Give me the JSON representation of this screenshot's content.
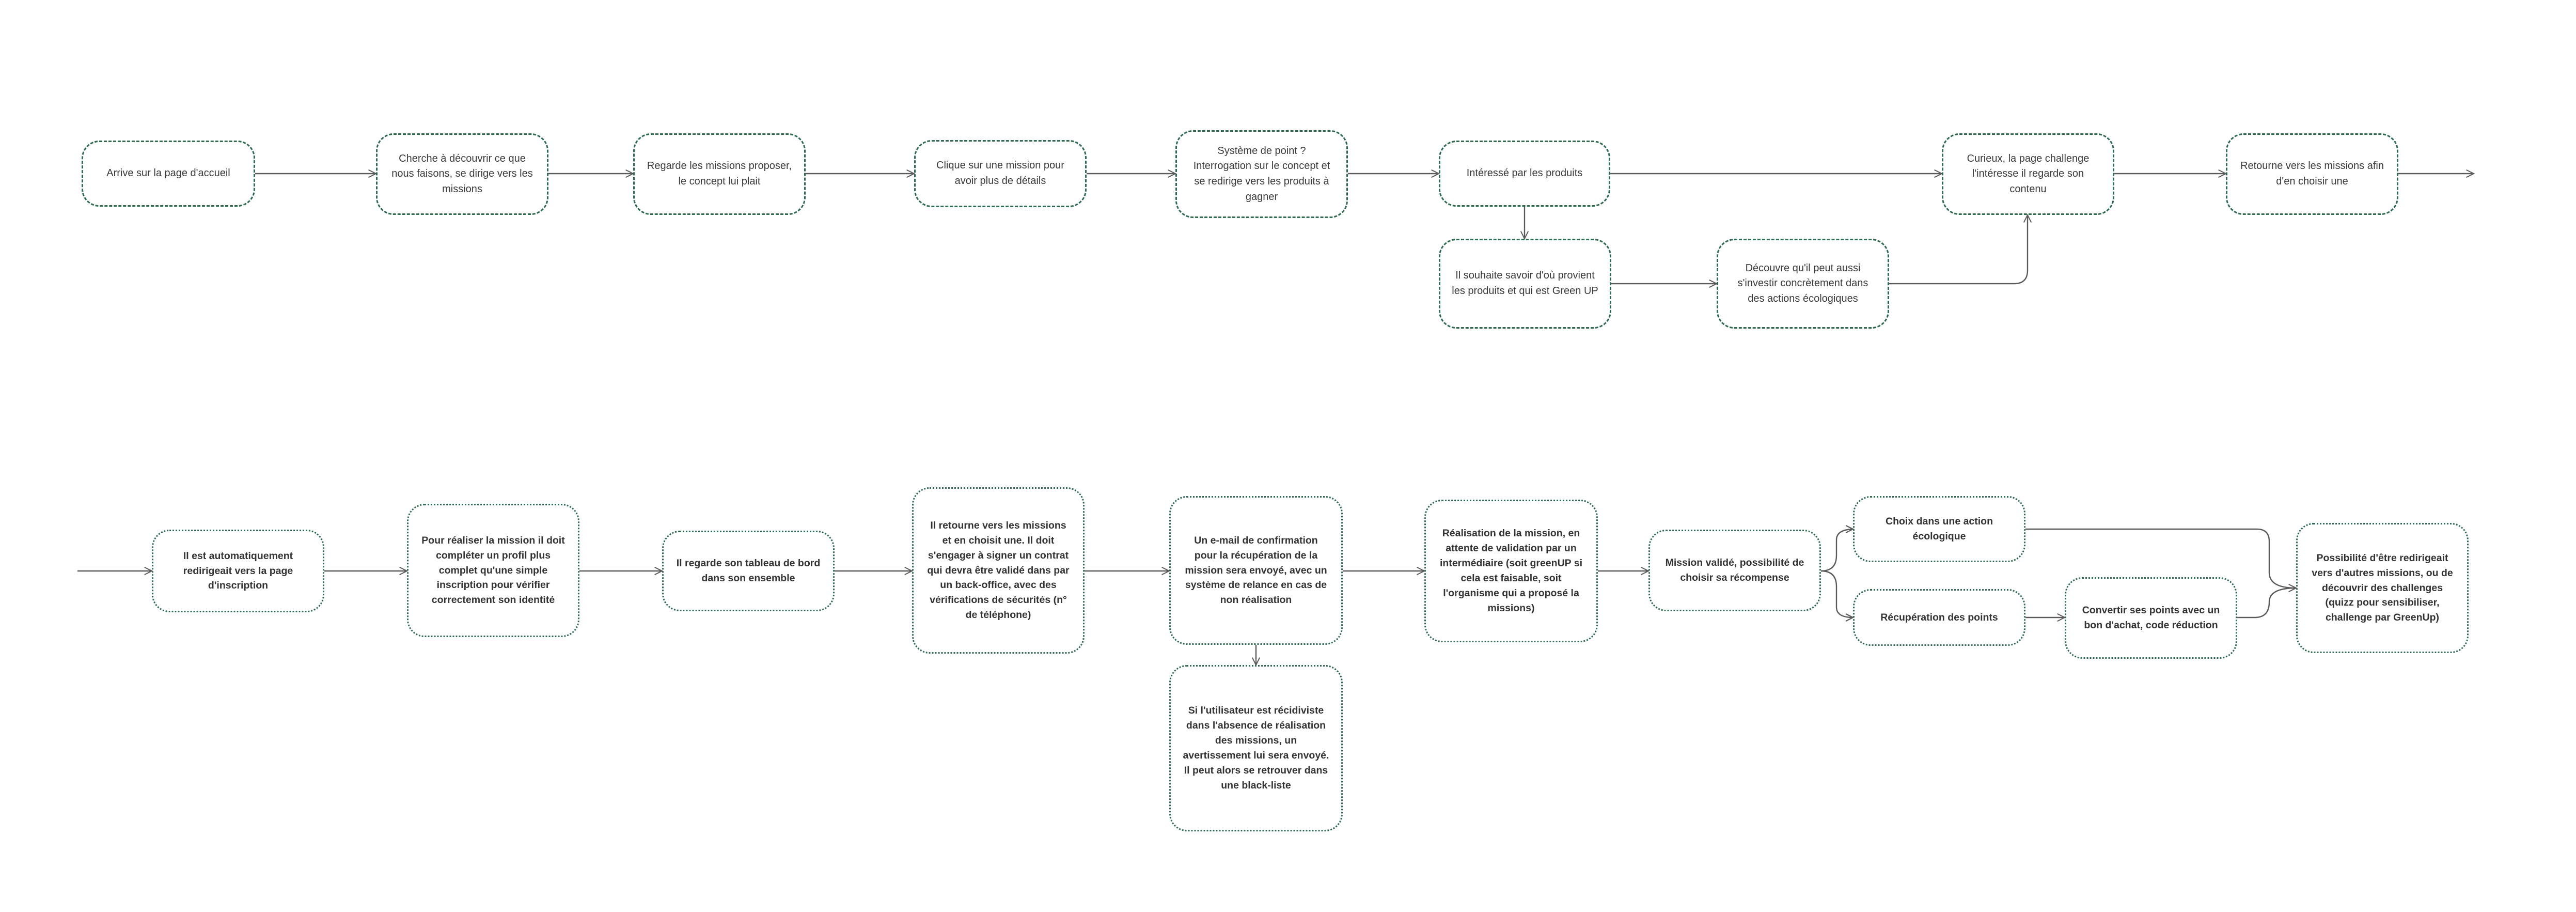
{
  "diagram": {
    "colors": {
      "border": "#2f6b50",
      "arrow": "#5a5a5a",
      "text": "#3a3a3a"
    },
    "row1": [
      {
        "id": "n1",
        "text": "Arrive sur la page d'accueil"
      },
      {
        "id": "n2",
        "text": "Cherche à découvrir ce que nous faisons, se dirige vers les missions"
      },
      {
        "id": "n3",
        "text": "Regarde les missions proposer, le concept lui plait"
      },
      {
        "id": "n4",
        "text": "Clique sur une mission pour avoir plus de détails"
      },
      {
        "id": "n5",
        "text": "Système de point ? Interrogation sur le concept et se redirige vers les produits à gagner"
      },
      {
        "id": "n6",
        "text": "Intéressé par les produits"
      },
      {
        "id": "n7",
        "text": "Il souhaite savoir d'où provient les produits et qui est Green UP"
      },
      {
        "id": "n8",
        "text": "Découvre qu'il peut aussi s'investir concrètement dans des actions écologiques"
      },
      {
        "id": "n9",
        "text": "Curieux, la page challenge l'intéresse il regarde son contenu"
      },
      {
        "id": "n10",
        "text": "Retourne vers les missions afin d'en choisir une"
      }
    ],
    "row2": [
      {
        "id": "m1",
        "text": "Il est automatiquement redirigeait vers la page d'inscription"
      },
      {
        "id": "m2",
        "text": "Pour réaliser la mission il doit compléter un profil plus complet qu'une simple inscription pour vérifier correctement son identité"
      },
      {
        "id": "m3",
        "text": "Il regarde son tableau de bord dans son ensemble"
      },
      {
        "id": "m4",
        "text": "Il retourne vers les missions et en choisit une. Il doit s'engager à signer un contrat qui devra être validé dans par un back-office, avec des vérifications de sécurités (n° de téléphone)"
      },
      {
        "id": "m5",
        "text": "Un e-mail de confirmation pour la récupération de la mission sera envoyé, avec un système de relance en cas de non réalisation"
      },
      {
        "id": "m6",
        "text": "Si l'utilisateur est récidiviste dans l'absence de réalisation des missions, un avertissement lui sera envoyé. Il peut alors se retrouver dans une black-liste"
      },
      {
        "id": "m7",
        "text": "Réalisation de la mission, en attente de validation par un intermédiaire (soit greenUP si cela est faisable, soit l'organisme qui a proposé la missions)"
      },
      {
        "id": "m8",
        "text": "Mission validé, possibilité de choisir sa récompense"
      },
      {
        "id": "m9",
        "text": "Choix dans une action écologique"
      },
      {
        "id": "m10",
        "text": "Récupération des points"
      },
      {
        "id": "m11",
        "text": "Convertir ses points avec un bon d'achat, code réduction"
      },
      {
        "id": "m12",
        "text": "Possibilité d'être redirigeait vers d'autres missions, ou de découvrir des challenges (quizz pour sensibiliser, challenge par GreenUp)"
      }
    ]
  }
}
